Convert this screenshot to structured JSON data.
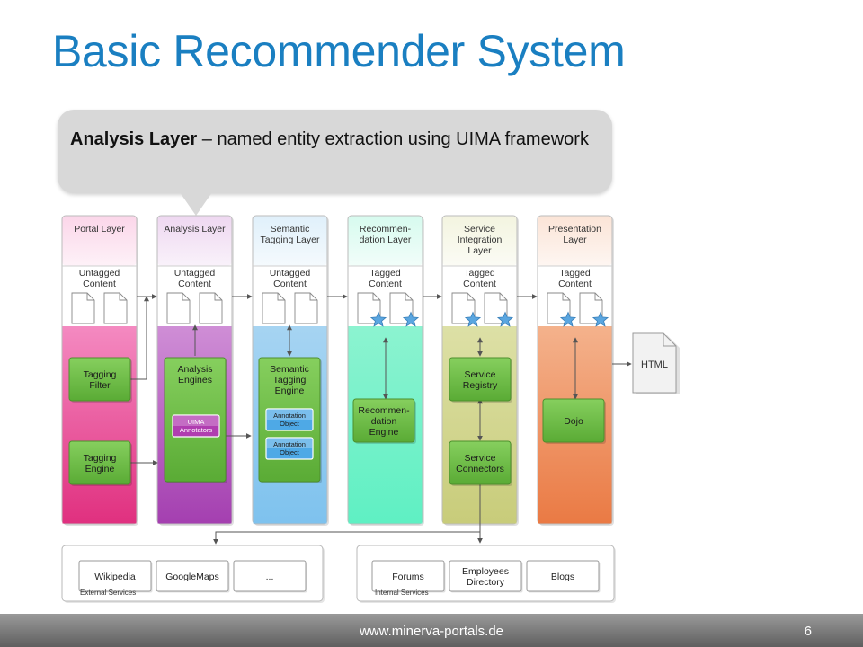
{
  "slide": {
    "title": "Basic Recommender System",
    "callout": {
      "bold": "Analysis Layer",
      "rest": " – named entity extraction using UIMA framework"
    },
    "footer": {
      "url": "www.minerva-portals.de",
      "page": "6"
    }
  },
  "colors": {
    "title": "#1a7fc1",
    "engine_green": "#6cbb44",
    "star": "#5aa6e0"
  },
  "diagram": {
    "layers": [
      {
        "title": [
          "Portal Layer"
        ],
        "content": [
          "Untagged",
          "Content"
        ],
        "tagged": false,
        "gradient": [
          "#f48ac1",
          "#e0307f"
        ]
      },
      {
        "title": [
          "Analysis Layer"
        ],
        "content": [
          "Untagged",
          "Content"
        ],
        "tagged": false,
        "gradient": [
          "#cf8ed6",
          "#a43fb0"
        ]
      },
      {
        "title": [
          "Semantic",
          "Tagging Layer"
        ],
        "content": [
          "Untagged",
          "Content"
        ],
        "tagged": false,
        "gradient": [
          "#a6d4f2",
          "#7ec2ee"
        ]
      },
      {
        "title": [
          "Recommen-",
          "dation Layer"
        ],
        "content": [
          "Tagged",
          "Content"
        ],
        "tagged": true,
        "gradient": [
          "#8cf3d0",
          "#5ff0c3"
        ]
      },
      {
        "title": [
          "Service",
          "Integration",
          "Layer"
        ],
        "content": [
          "Tagged",
          "Content"
        ],
        "tagged": true,
        "gradient": [
          "#dde0a6",
          "#c8cc7a"
        ]
      },
      {
        "title": [
          "Presentation",
          "Layer"
        ],
        "content": [
          "Tagged",
          "Content"
        ],
        "tagged": true,
        "gradient": [
          "#f4b28c",
          "#ea7a44"
        ]
      }
    ],
    "engines": [
      {
        "label": [
          "Tagging",
          "Filter"
        ]
      },
      {
        "label": [
          "Tagging",
          "Engine"
        ]
      },
      {
        "label": [
          "Analysis",
          "Engines"
        ]
      },
      {
        "label": [
          "Semantic",
          "Tagging",
          "Engine"
        ]
      },
      {
        "label": [
          "Recommen-",
          "dation",
          "Engine"
        ]
      },
      {
        "label": [
          "Service",
          "Registry"
        ]
      },
      {
        "label": [
          "Service",
          "Connectors"
        ]
      },
      {
        "label": [
          "Dojo"
        ]
      }
    ],
    "sub_boxes": [
      {
        "label": [
          "UIMA",
          "Annotators"
        ],
        "color": "#b03db0"
      },
      {
        "label": [
          "Annotation",
          "Object"
        ],
        "color": "#4ea9e6"
      },
      {
        "label": [
          "Annotation",
          "Object"
        ],
        "color": "#4ea9e6"
      }
    ],
    "html_doc": "HTML",
    "external_services": {
      "caption": "External Services",
      "items": [
        "Wikipedia",
        "GoogleMaps",
        "..."
      ]
    },
    "internal_services": {
      "caption": "Internal Services",
      "items": [
        [
          "Forums"
        ],
        [
          "Employees",
          "Directory"
        ],
        [
          "Blogs"
        ]
      ]
    }
  }
}
